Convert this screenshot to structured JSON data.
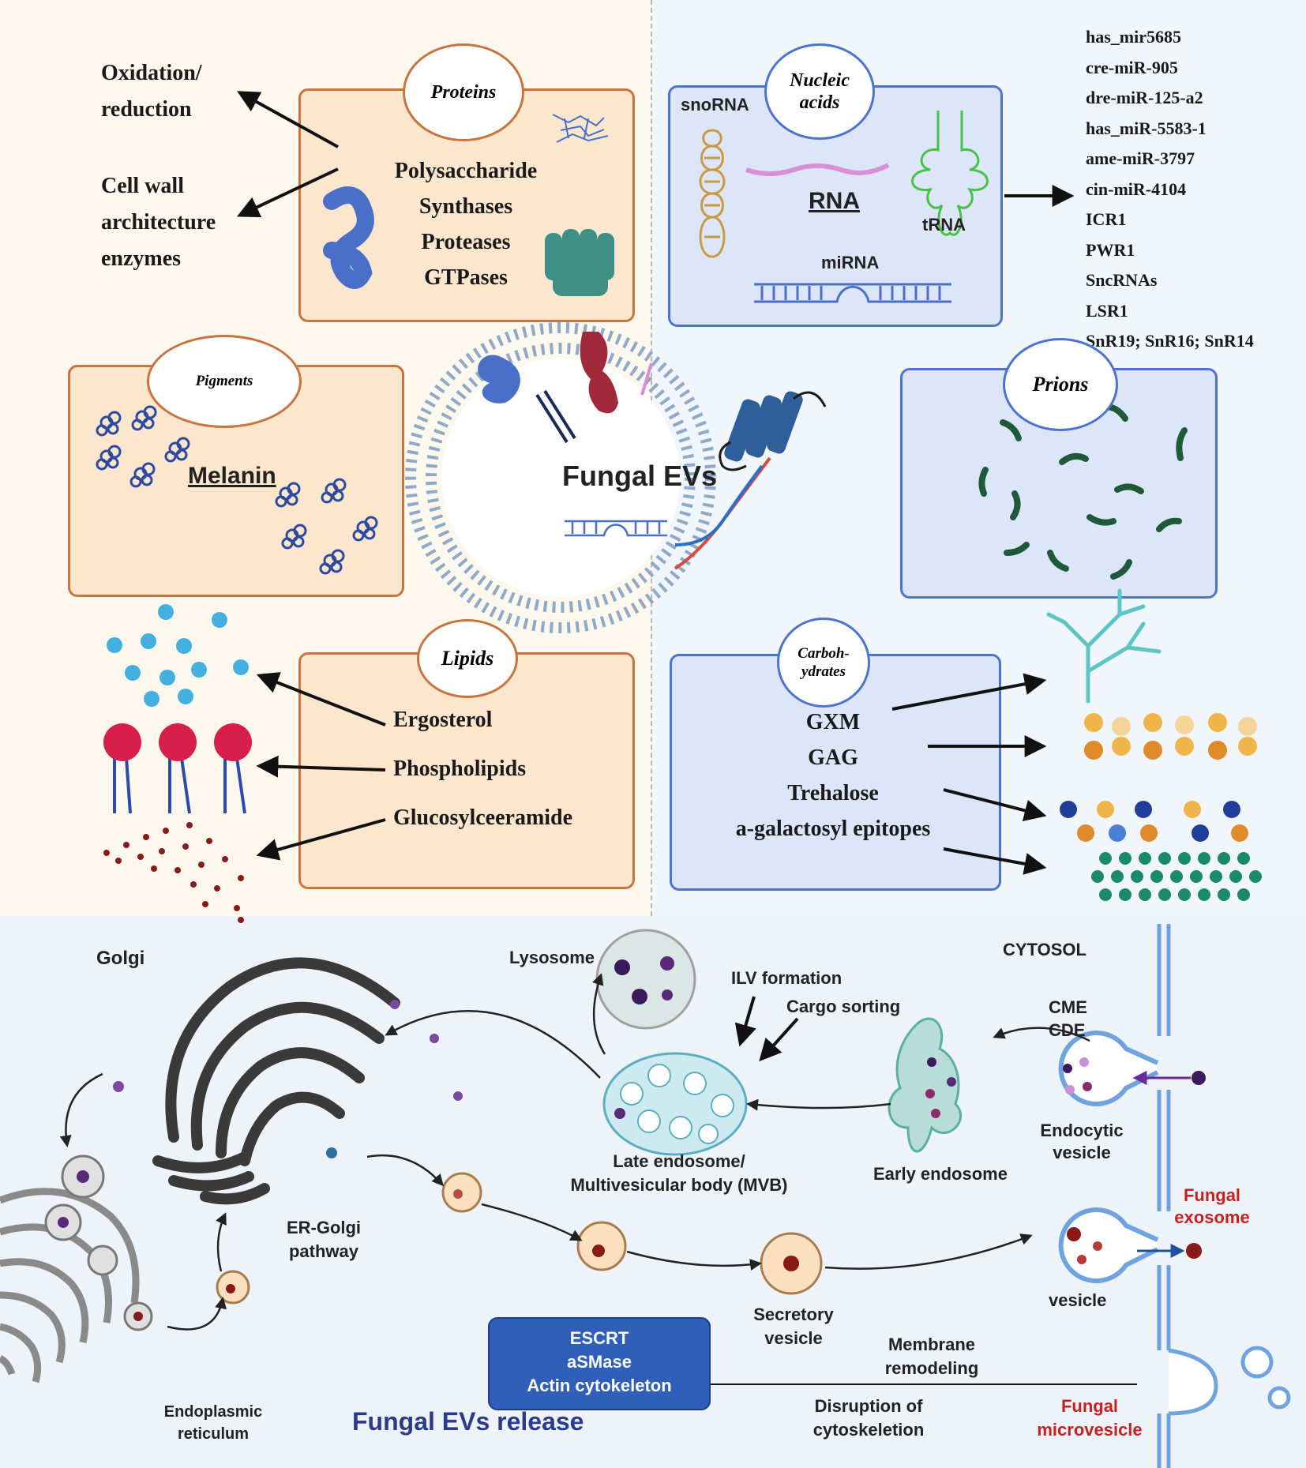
{
  "proteins": {
    "title": "Proteins",
    "items": [
      "Polysaccharide",
      "Synthases",
      "Proteases",
      "GTPases"
    ],
    "targets": [
      "Oxidation/\nreduction",
      "Cell wall\narchitecture\nenzymes"
    ]
  },
  "nucleic": {
    "title": "Nucleic\nacids",
    "snorna": "snoRNA",
    "rna": "RNA",
    "trna": "tRNA",
    "mirna": "miRNA",
    "list": [
      "has_mir5685",
      "cre-miR-905",
      "dre-miR-125-a2",
      "has_miR-5583-1",
      "ame-miR-3797",
      "cin-miR-4104",
      "ICR1",
      "PWR1",
      "SncRNAs",
      "LSR1",
      "SnR19; SnR16; SnR14"
    ]
  },
  "pigments": {
    "title": "Pigments",
    "label": "Melanin"
  },
  "prions": {
    "title": "Prions"
  },
  "center": {
    "label": "Fungal EVs"
  },
  "lipids": {
    "title": "Lipids",
    "items": [
      "Ergosterol",
      "Phospholipids",
      "Glucosylceeramide"
    ]
  },
  "carbs": {
    "title": "Carboh-\nydrates",
    "items": [
      "GXM",
      "GAG",
      "Trehalose",
      "a-galactosyl epitopes"
    ]
  },
  "pathway": {
    "golgi": "Golgi",
    "cytosol": "CYTOSOL",
    "lysosome": "Lysosome",
    "ilv": "ILV formation",
    "cargo": "Cargo sorting",
    "cme": "CME",
    "cde": "CDE",
    "late_endosome": "Late endosome/\nMultivesicular body (MVB)",
    "early_endosome": "Early endosome",
    "endocytic": "Endocytic\nvesicle",
    "er_golgi": "ER-Golgi\npathway",
    "fungal_exosome": "Fungal\nexosome",
    "vesicle": "vesicle",
    "secretory": "Secretory\nvesicle",
    "machinery": [
      "ESCRT",
      "aSMase",
      "Actin cytokeleton"
    ],
    "membrane": "Membrane\nremodeling",
    "disruption": "Disruption of\ncytoskeletion",
    "fungal_microvesicle": "Fungal\nmicrovesicle",
    "er": "Endoplasmic\nreticulum",
    "release": "Fungal EVs release"
  }
}
